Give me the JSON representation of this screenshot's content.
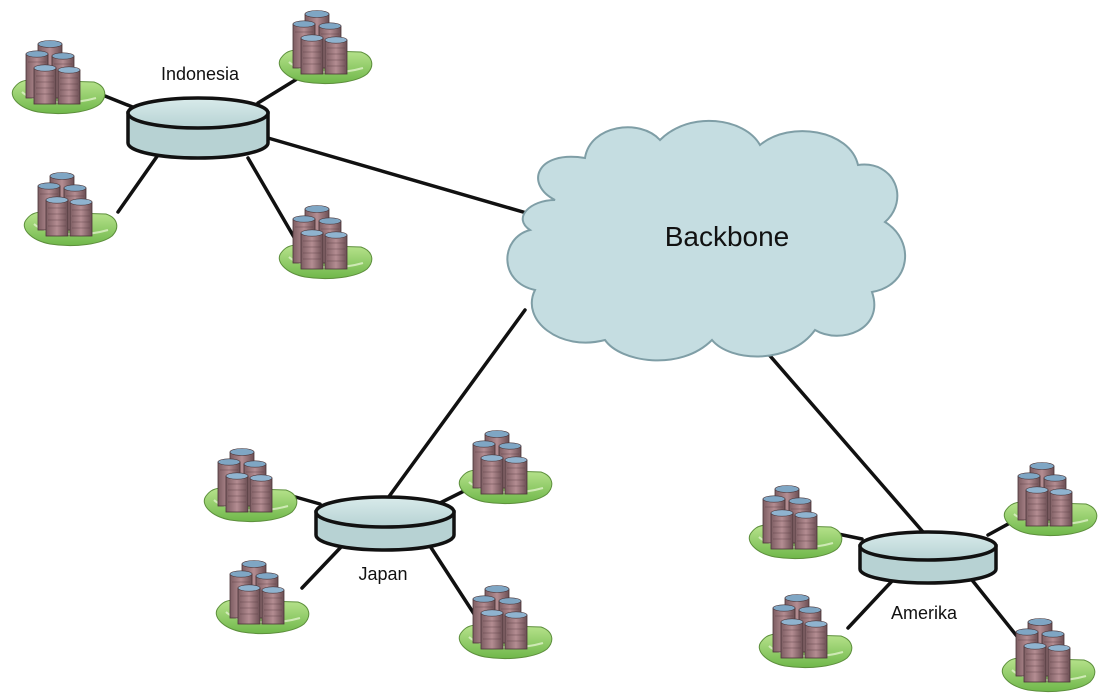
{
  "diagram": {
    "backbone": {
      "label": "Backbone"
    },
    "hubs": [
      {
        "id": "indonesia",
        "label": "Indonesia"
      },
      {
        "id": "japan",
        "label": "Japan"
      },
      {
        "id": "amerika",
        "label": "Amerika"
      }
    ],
    "buildings_per_hub": 4,
    "colors": {
      "cloud_fill": "#c5dde1",
      "cloud_stroke": "#7f9ea6",
      "hub_fill": "#c5dcdc",
      "link": "#111111",
      "grass": "#8fcf63",
      "building": "#9a7478"
    }
  }
}
